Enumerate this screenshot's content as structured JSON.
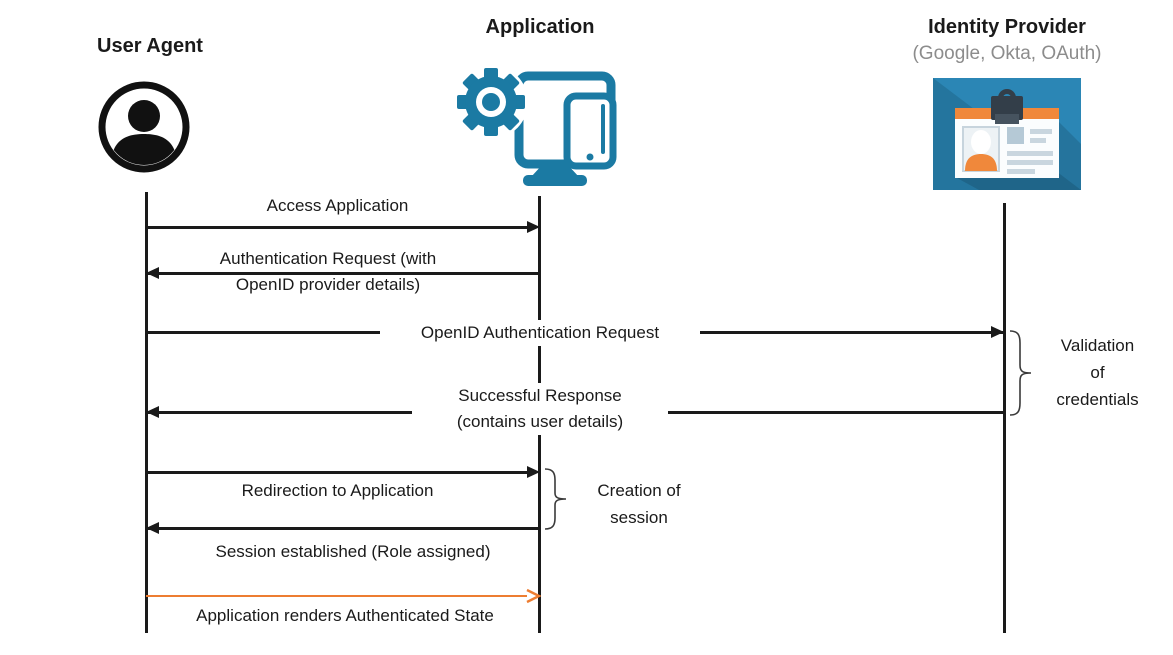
{
  "actors": [
    {
      "id": "user-agent",
      "name": "User Agent",
      "subtitle": "",
      "icon": "user-icon"
    },
    {
      "id": "application",
      "name": "Application",
      "subtitle": "",
      "icon": "application-devices-icon"
    },
    {
      "id": "identity-provider",
      "name": "Identity Provider",
      "subtitle": "(Google, Okta, OAuth)",
      "icon": "id-card-icon"
    }
  ],
  "messages": [
    {
      "id": "access-application",
      "label": "Access Application",
      "from": "user-agent",
      "to": "application",
      "direction": "right"
    },
    {
      "id": "authentication-request",
      "lines": [
        "Authentication Request (with",
        "OpenID provider details)"
      ],
      "from": "application",
      "to": "user-agent",
      "direction": "left"
    },
    {
      "id": "openid-authentication-request",
      "label": "OpenID Authentication Request",
      "from": "user-agent",
      "to": "identity-provider",
      "direction": "right"
    },
    {
      "id": "successful-response",
      "lines": [
        "Successful Response",
        "(contains user details)"
      ],
      "from": "identity-provider",
      "to": "user-agent",
      "direction": "left"
    },
    {
      "id": "redirection-to-application",
      "label": "Redirection to Application",
      "from": "user-agent",
      "to": "application",
      "direction": "right"
    },
    {
      "id": "session-established",
      "label": "Session established (Role assigned)",
      "from": "application",
      "to": "user-agent",
      "direction": "left"
    },
    {
      "id": "application-renders-authenticated-state",
      "label": "Application renders Authenticated State",
      "from": "user-agent",
      "to": "application",
      "direction": "right",
      "color": "#ED7D31"
    }
  ],
  "annotations": [
    {
      "id": "validation-of-credentials",
      "lines": [
        "Validation",
        "of",
        "credentials"
      ],
      "attached_to": "identity-provider"
    },
    {
      "id": "creation-of-session",
      "lines": [
        "Creation of",
        "session"
      ],
      "attached_to": "application"
    }
  ],
  "colors": {
    "line_black": "#1a1a1a",
    "arrow_orange": "#ED7D31",
    "app_icon_teal": "#1B7AA3",
    "idp_background_blue": "#24759E",
    "idp_background_light": "#2B86B5",
    "idp_card_orange": "#F0883B",
    "idp_clip_slate": "#333E49",
    "subtitle_gray": "#8C8C8C"
  }
}
